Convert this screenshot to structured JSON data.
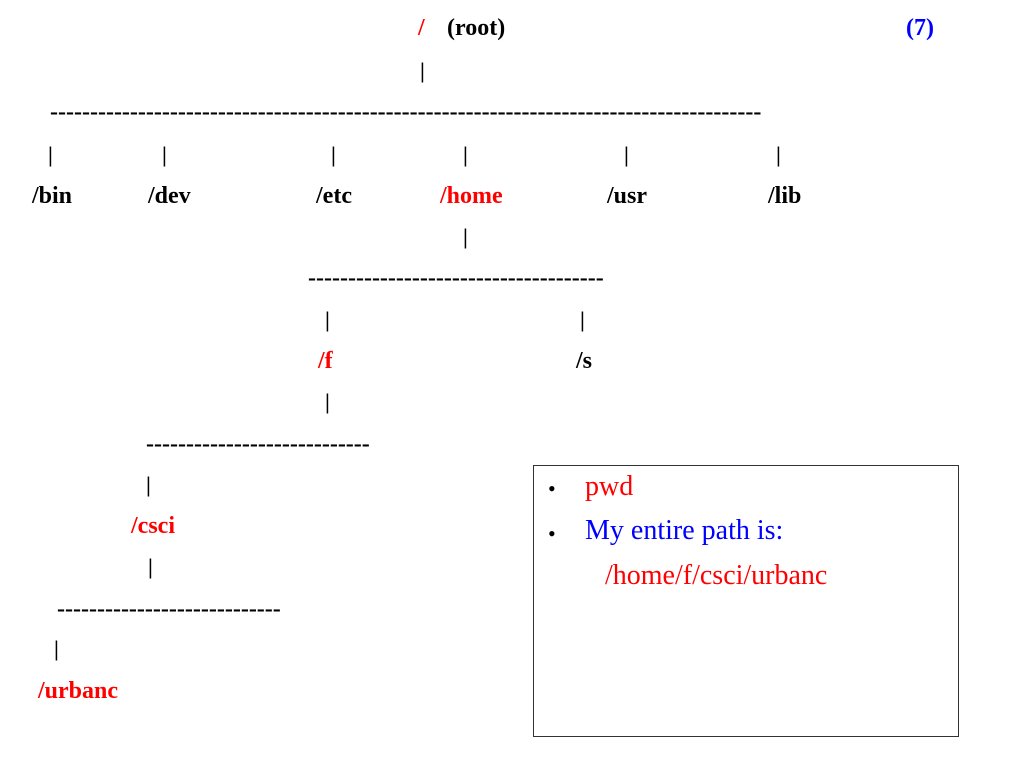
{
  "root": {
    "slash": "/",
    "label": "(root)"
  },
  "slide_number": "(7)",
  "pipe": "|",
  "dashes": {
    "level1": "-----------------------------------------------------------------------------------------",
    "level2": "-------------------------------------",
    "level3": "----------------------------",
    "level4": "----------------------------"
  },
  "level1_dirs": [
    "/bin",
    "/dev",
    "/etc",
    "/home",
    "/usr",
    "/lib"
  ],
  "level2_dirs": [
    "/f",
    "/s"
  ],
  "level3_dirs": [
    "/csci"
  ],
  "level4_dirs": [
    "/urbanc"
  ],
  "colors": {
    "highlight": "#ff0000",
    "accent": "#0000ff",
    "text": "#000000"
  },
  "notes": {
    "bullet": "•",
    "command": "pwd",
    "description": "My entire path is:",
    "path": "/home/f/csci/urbanc"
  }
}
